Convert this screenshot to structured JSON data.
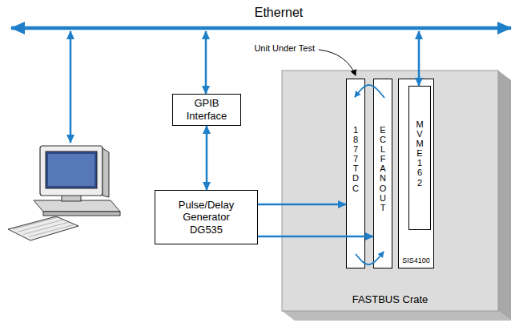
{
  "diagram": {
    "nodes": [
      {
        "text": [
          "GPIB Interface"
        ]
      },
      {
        "text": [
          "Pulse/Delay Generator DG535"
        ]
      },
      {
        "text": [
          "FASTBUS Crate"
        ]
      },
      {
        "text": [
          "1877 TDC"
        ],
        "in": 2
      },
      {
        "text": [
          "ECL FANOUT"
        ],
        "in": 2
      },
      {
        "text": [
          "SIS4100"
        ],
        "in": 2
      },
      {
        "text": [
          "MVME162"
        ],
        "in": 5
      }
    ],
    "edges": [
      {
        "from": 0,
        "to": 1,
        "arrow": "both"
      },
      {
        "from": 1,
        "to": 3,
        "arrow": "to"
      },
      {
        "from": 1,
        "to": 4,
        "arrow": "to"
      },
      {
        "from": 4,
        "to": 3,
        "arrow": "to"
      },
      {
        "from": 3,
        "to": 4,
        "arrow": "to"
      }
    ],
    "labels": [
      "Ethernet",
      "Unit Under Test"
    ]
  }
}
